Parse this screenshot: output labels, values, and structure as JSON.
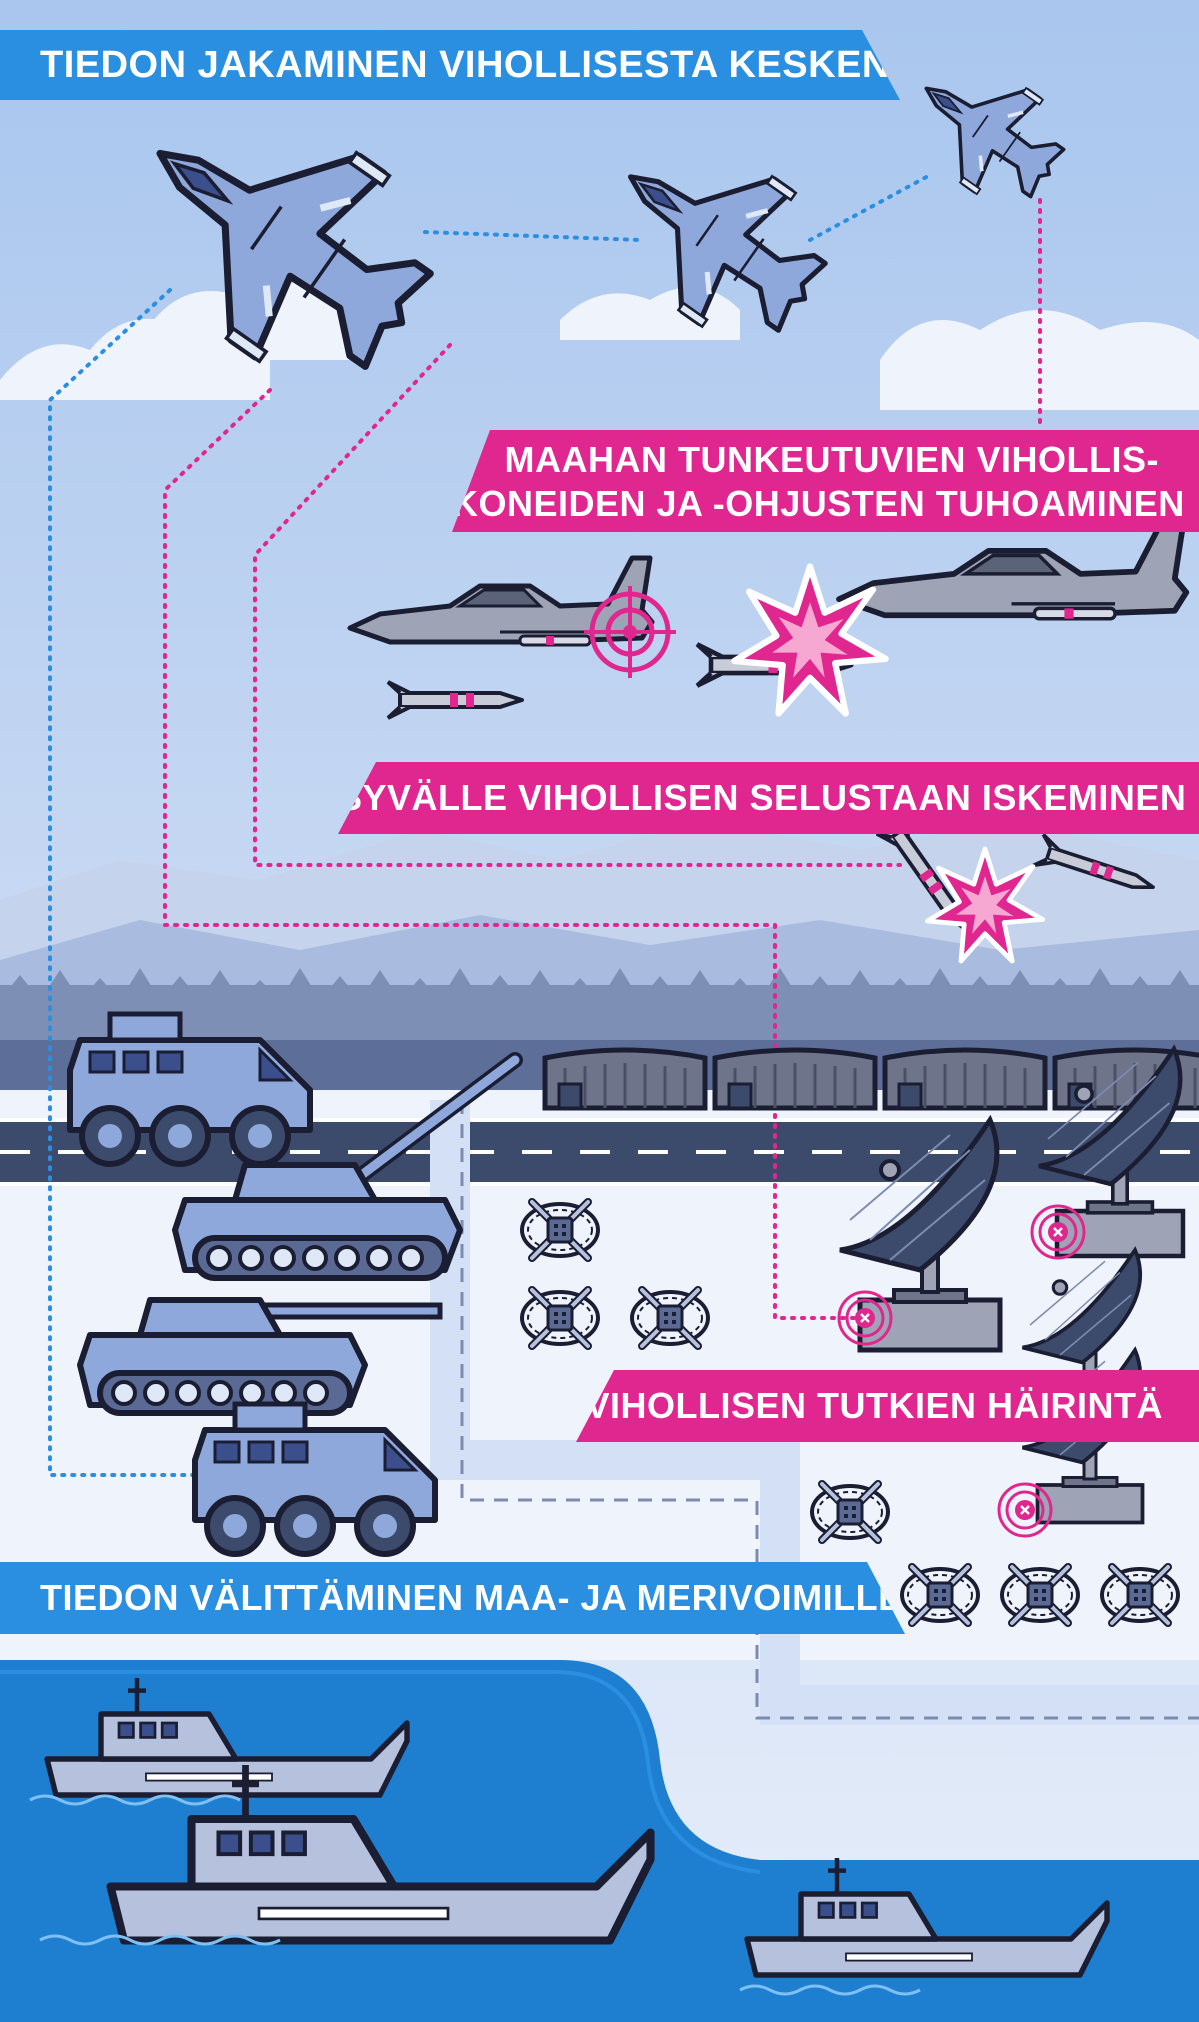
{
  "banners": {
    "sharing": "TIEDON JAKAMINEN VIHOLLISESTA KESKENÄÄN",
    "destroy_line1": "MAAHAN TUNKEUTUVIEN VIHOLLIS-",
    "destroy_line2": "KONEIDEN JA -OHJUSTEN TUHOAMINEN",
    "deep_strike": "SYVÄLLE VIHOLLISEN SELUSTAAN ISKEMINEN",
    "radar_jamming": "VIHOLLISEN TUTKIEN HÄIRINTÄ",
    "relay": "TIEDON VÄLITTÄMINEN MAA- JA MERIVOIMILLE"
  },
  "colors": {
    "sky_top": "#a9c6ee",
    "sky_bottom": "#e6eefa",
    "blue_accent": "#2a8fe0",
    "magenta_accent": "#e0268f",
    "outline": "#1b1e33",
    "vehicle": "#8fa8dc",
    "enemy": "#9ea3b5",
    "sea": "#1e7fd0",
    "road": "#3c4a6b"
  },
  "icons": {
    "fighter_jet": "fighter-jet-icon",
    "enemy_jet": "enemy-jet-icon",
    "missile": "missile-icon",
    "explosion": "explosion-icon",
    "target": "target-icon",
    "radar": "radar-dish-icon",
    "drone": "drone-icon",
    "tank": "tank-icon",
    "apc": "apc-icon",
    "ship": "ship-icon",
    "hangar": "hangar-icon"
  }
}
